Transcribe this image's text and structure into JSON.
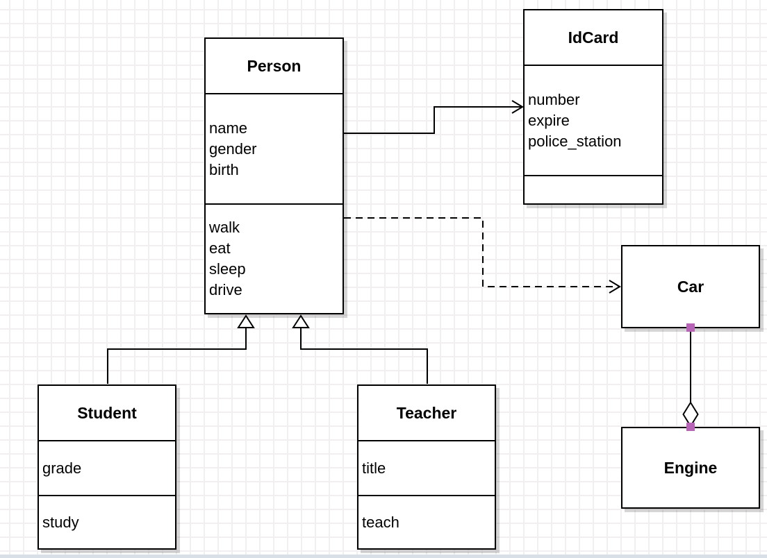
{
  "classes": {
    "person": {
      "title": "Person",
      "attributes": [
        "name",
        "gender",
        "birth"
      ],
      "methods": [
        "walk",
        "eat",
        "sleep",
        "drive"
      ]
    },
    "idcard": {
      "title": "IdCard",
      "attributes": [
        "number",
        "expire",
        "police_station"
      ],
      "methods": []
    },
    "car": {
      "title": "Car",
      "attributes": [],
      "methods": []
    },
    "engine": {
      "title": "Engine",
      "attributes": [],
      "methods": []
    },
    "student": {
      "title": "Student",
      "attributes": [
        "grade"
      ],
      "methods": [
        "study"
      ]
    },
    "teacher": {
      "title": "Teacher",
      "attributes": [
        "title"
      ],
      "methods": [
        "teach"
      ]
    }
  },
  "relationships": [
    {
      "type": "association",
      "from": "Person",
      "to": "IdCard",
      "line": "solid",
      "arrow": "open"
    },
    {
      "type": "dependency",
      "from": "Person",
      "to": "Car",
      "line": "dashed",
      "arrow": "open"
    },
    {
      "type": "generalization",
      "from": "Student",
      "to": "Person",
      "line": "solid",
      "arrow": "hollow-triangle"
    },
    {
      "type": "generalization",
      "from": "Teacher",
      "to": "Person",
      "line": "solid",
      "arrow": "hollow-triangle"
    },
    {
      "type": "aggregation",
      "from": "Car",
      "to": "Engine",
      "line": "solid",
      "arrow": "hollow-diamond"
    }
  ],
  "colors": {
    "line": "#000000",
    "box_fill": "#ffffff",
    "connection_point": "#b764b7",
    "grid_line": "#f1eff0",
    "scrollbar": "#d9dfe7"
  }
}
